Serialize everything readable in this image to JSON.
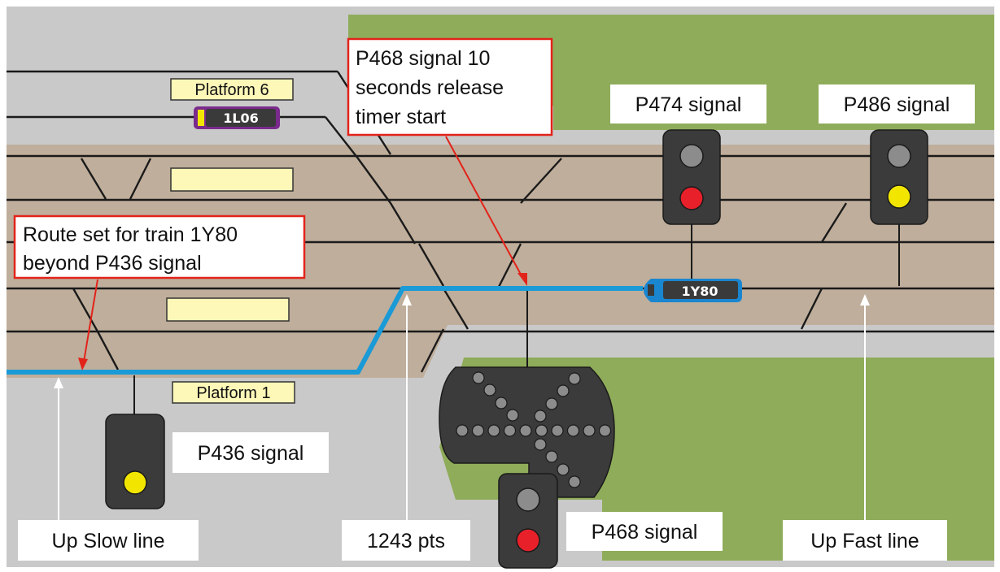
{
  "platforms": {
    "platform_6": "Platform 6",
    "platform_1": "Platform 1"
  },
  "trains": {
    "upper_headcode": "1L06",
    "route_headcode": "1Y80"
  },
  "callouts": {
    "timer_start": [
      "P468 signal 10",
      "seconds release",
      "timer start"
    ],
    "route_set": [
      "Route set for train 1Y80",
      "beyond P436 signal"
    ]
  },
  "signal_labels": {
    "p474": "P474 signal",
    "p486": "P486 signal",
    "p436": "P436 signal",
    "p468": "P468 signal"
  },
  "pointer_labels": {
    "up_slow": "Up Slow line",
    "points": "1243 pts",
    "up_fast": "Up Fast line"
  },
  "colors": {
    "route_blue": "#1a9ad6",
    "signal_red": "#e8202a",
    "signal_yellow": "#f2e600",
    "signal_off": "#8c8c8c",
    "platform_fill": "#bfae9b",
    "grass": "#8fac5a",
    "background": "#c9c9c9",
    "callout_border": "#e2231a",
    "headcode_purple": "#7a2a8c",
    "headcode_blue": "#1a86d0"
  }
}
